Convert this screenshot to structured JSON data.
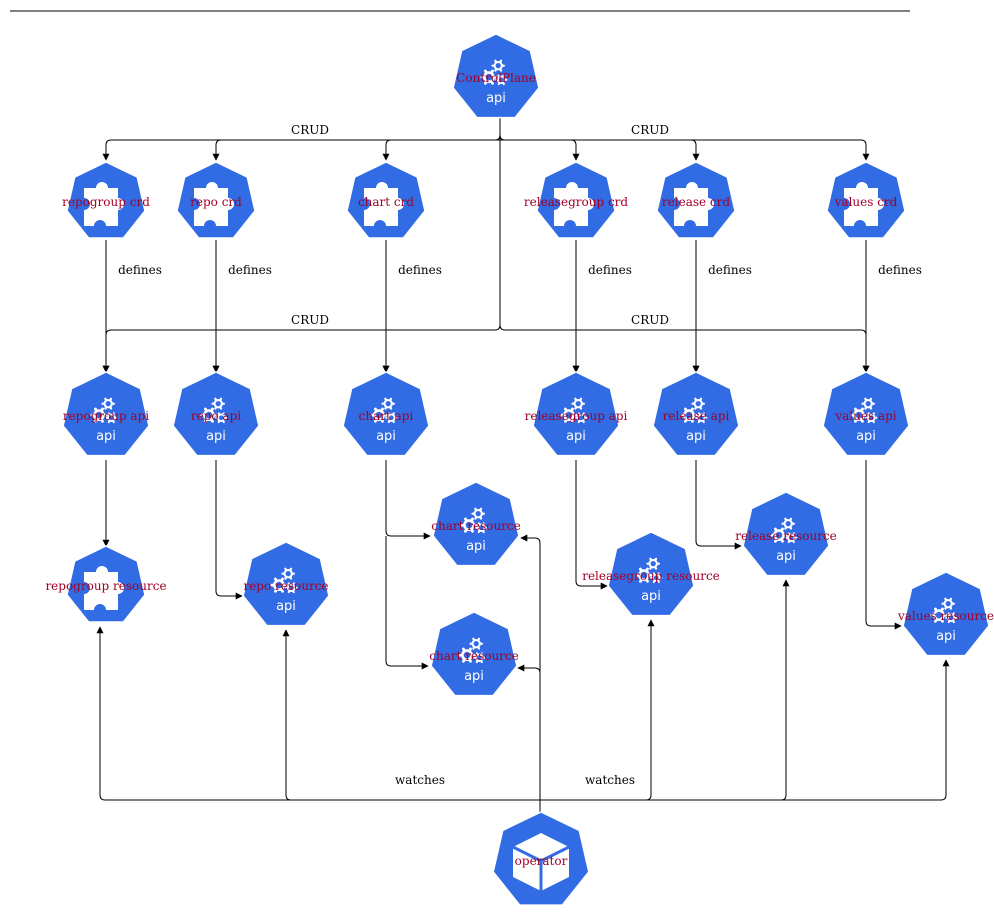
{
  "nodes": {
    "control_plane": {
      "label": "ControlPlane",
      "icon": "api-gears-icon",
      "badge": "api"
    },
    "repogroup_crd": {
      "label": "repogroup crd",
      "icon": "crd-puzzle-icon"
    },
    "repo_crd": {
      "label": "repo crd",
      "icon": "crd-puzzle-icon"
    },
    "chart_crd": {
      "label": "chart crd",
      "icon": "crd-puzzle-icon"
    },
    "releasegroup_crd": {
      "label": "releasegroup crd",
      "icon": "crd-puzzle-icon"
    },
    "release_crd": {
      "label": "release crd",
      "icon": "crd-puzzle-icon"
    },
    "values_crd": {
      "label": "values crd",
      "icon": "crd-puzzle-icon"
    },
    "repogroup_api": {
      "label": "repogroup api",
      "icon": "api-gears-icon",
      "badge": "api"
    },
    "repo_api": {
      "label": "repo api",
      "icon": "api-gears-icon",
      "badge": "api"
    },
    "chart_api": {
      "label": "chart api",
      "icon": "api-gears-icon",
      "badge": "api"
    },
    "releasegroup_api": {
      "label": "releasegroup api",
      "icon": "api-gears-icon",
      "badge": "api"
    },
    "release_api": {
      "label": "release api",
      "icon": "api-gears-icon",
      "badge": "api"
    },
    "values_api": {
      "label": "values api",
      "icon": "api-gears-icon",
      "badge": "api"
    },
    "repogroup_resource": {
      "label": "repogroup resource",
      "icon": "crd-puzzle-icon"
    },
    "repo_resource": {
      "label": "repo resource",
      "icon": "api-gears-icon",
      "badge": "api"
    },
    "chart_resource_1": {
      "label": "chart resource",
      "icon": "api-gears-icon",
      "badge": "api"
    },
    "chart_resource_2": {
      "label": "chart resource",
      "icon": "api-gears-icon",
      "badge": "api"
    },
    "releasegroup_resource": {
      "label": "releasegroup resource",
      "icon": "api-gears-icon",
      "badge": "api"
    },
    "release_resource": {
      "label": "release resource",
      "icon": "api-gears-icon",
      "badge": "api"
    },
    "values_resource": {
      "label": "values resource",
      "icon": "api-gears-icon",
      "badge": "api"
    },
    "operator": {
      "label": "operator",
      "icon": "cube-icon"
    }
  },
  "edge_labels": {
    "crud_crd_left": "CRUD",
    "crud_crd_right": "CRUD",
    "crud_api_left": "CRUD",
    "crud_api_right": "CRUD",
    "defines_repogroup": "defines",
    "defines_repo": "defines",
    "defines_chart": "defines",
    "defines_releasegroup": "defines",
    "defines_release": "defines",
    "defines_values": "defines",
    "watches_left": "watches",
    "watches_right": "watches"
  },
  "colors": {
    "node_fill": "#326ce5",
    "node_label": "#a20025",
    "edge": "#000000"
  }
}
